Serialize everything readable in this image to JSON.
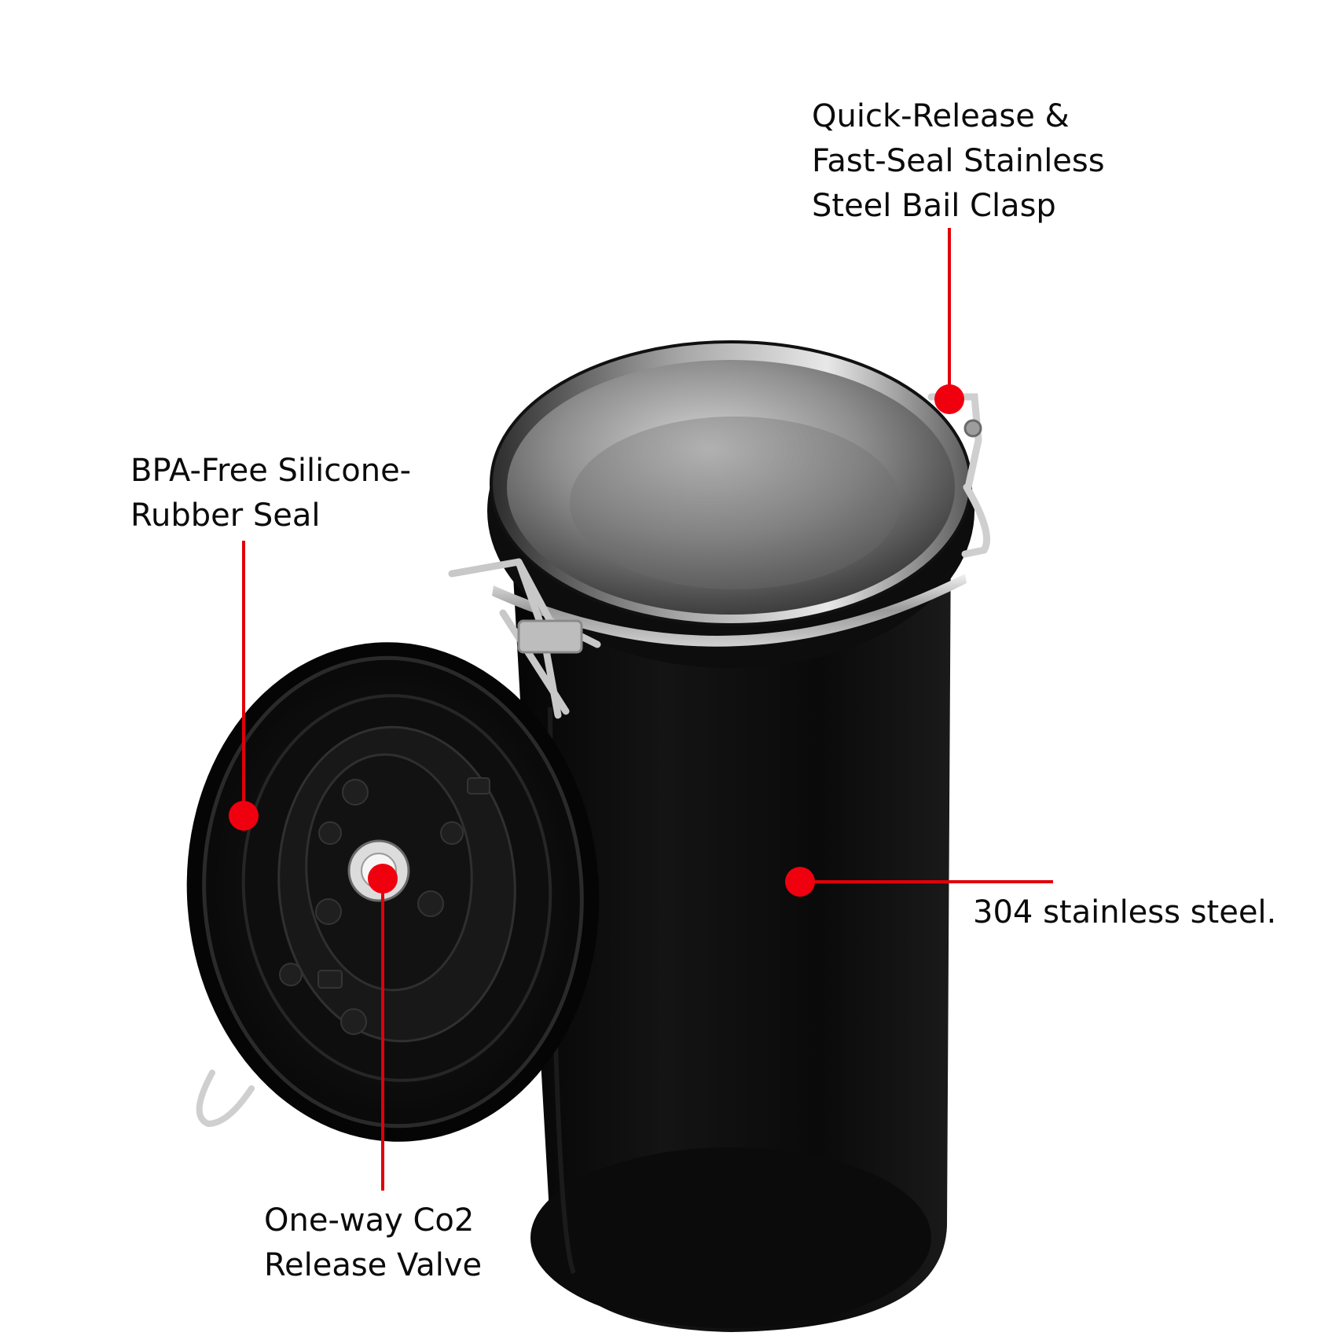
{
  "colors": {
    "callout_line": "#e0000a",
    "callout_dot": "#f0000e",
    "text": "#0b0b0b",
    "canister_body": "#0a0a0a",
    "steel": "#9a9a9a",
    "background": "#ffffff"
  },
  "callouts": {
    "clasp": {
      "lines": [
        "Quick-Release &",
        "Fast-Seal Stainless",
        "Steel Bail Clasp"
      ]
    },
    "seal": {
      "lines": [
        "BPA-Free Silicone-",
        "Rubber Seal"
      ]
    },
    "steel": {
      "lines": [
        "304 stainless steel."
      ]
    },
    "valve": {
      "lines": [
        "One-way Co2",
        "Release Valve"
      ]
    }
  }
}
